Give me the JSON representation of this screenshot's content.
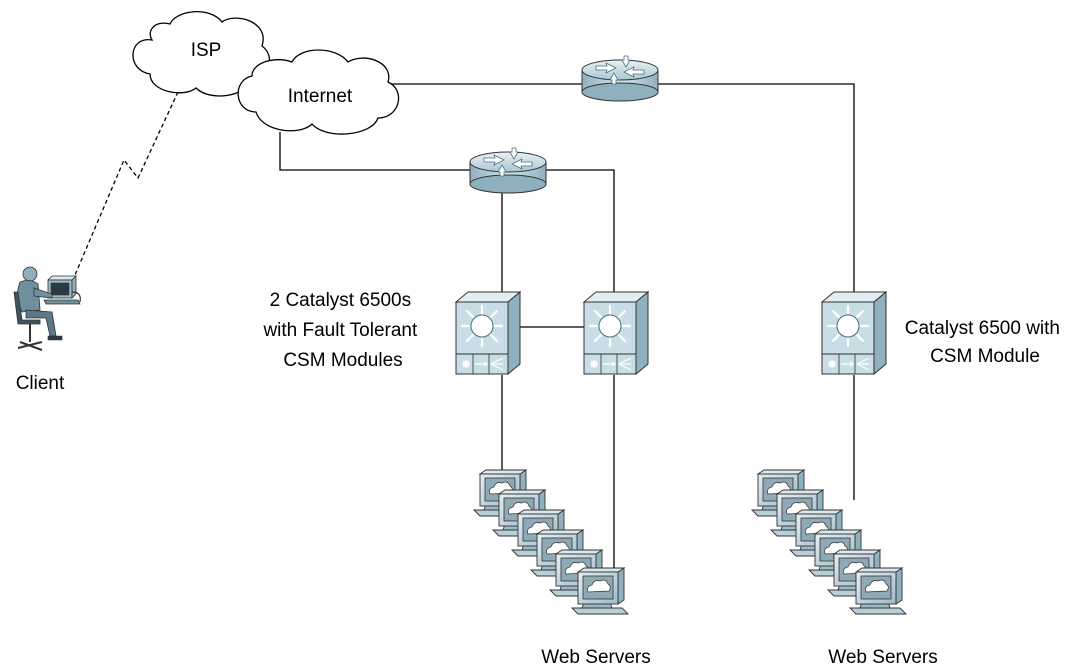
{
  "clouds": {
    "isp": "ISP",
    "internet": "Internet"
  },
  "client": {
    "label": "Client"
  },
  "left_group": {
    "switch_label_lines": [
      "2 Catalyst 6500s",
      "with Fault Tolerant",
      "CSM Modules"
    ],
    "servers_label": "Web Servers"
  },
  "right_group": {
    "switch_label_lines": [
      "Catalyst 6500 with",
      "CSM Module"
    ],
    "servers_label": "Web Servers"
  },
  "icons": {
    "router": "router-icon",
    "switch": "catalyst-switch-icon",
    "server": "web-server-icon",
    "client": "client-workstation-icon",
    "cloud": "cloud-icon"
  },
  "colors": {
    "device_fill": "#c8dde6",
    "device_dark": "#8fb0bf",
    "cloud_fill": "#ffffff",
    "line": "#000000"
  }
}
